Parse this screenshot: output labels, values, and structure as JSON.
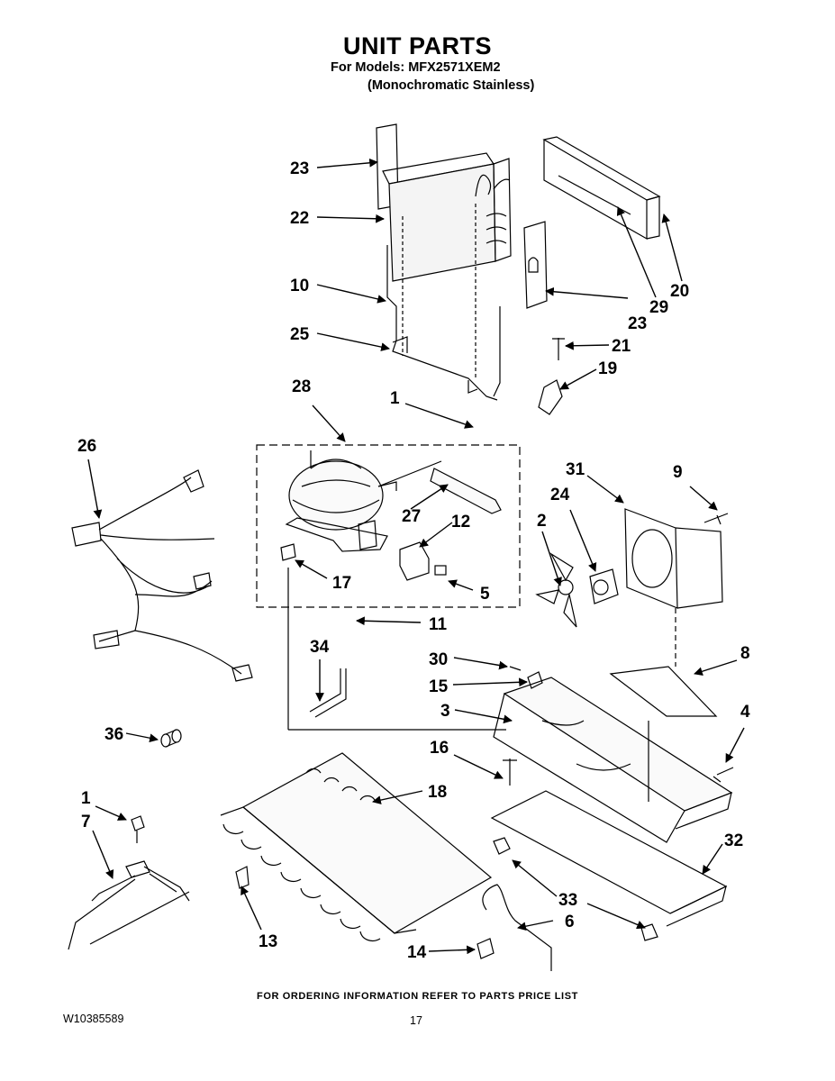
{
  "page": {
    "title": "UNIT PARTS",
    "models_line": "For Models: MFX2571XEM2",
    "finish_line": "(Monochromatic Stainless)",
    "footer_note": "FOR ORDERING INFORMATION REFER TO PARTS PRICE LIST",
    "doc_number": "W10385589",
    "page_number": "17"
  },
  "callouts": {
    "c23a": "23",
    "c22": "22",
    "c10": "10",
    "c25": "25",
    "c23b": "23",
    "c29": "29",
    "c20": "20",
    "c21": "21",
    "c19": "19",
    "c28": "28",
    "c1a": "1",
    "c26": "26",
    "c27": "27",
    "c12": "12",
    "c17": "17",
    "c5": "5",
    "c31": "31",
    "c9": "9",
    "c24": "24",
    "c2": "2",
    "c11": "11",
    "c34": "34",
    "c30": "30",
    "c15": "15",
    "c8": "8",
    "c3": "3",
    "c4": "4",
    "c36": "36",
    "c16": "16",
    "c18": "18",
    "c1b": "1",
    "c7": "7",
    "c32": "32",
    "c33": "33",
    "c6": "6",
    "c13": "13",
    "c14": "14"
  }
}
